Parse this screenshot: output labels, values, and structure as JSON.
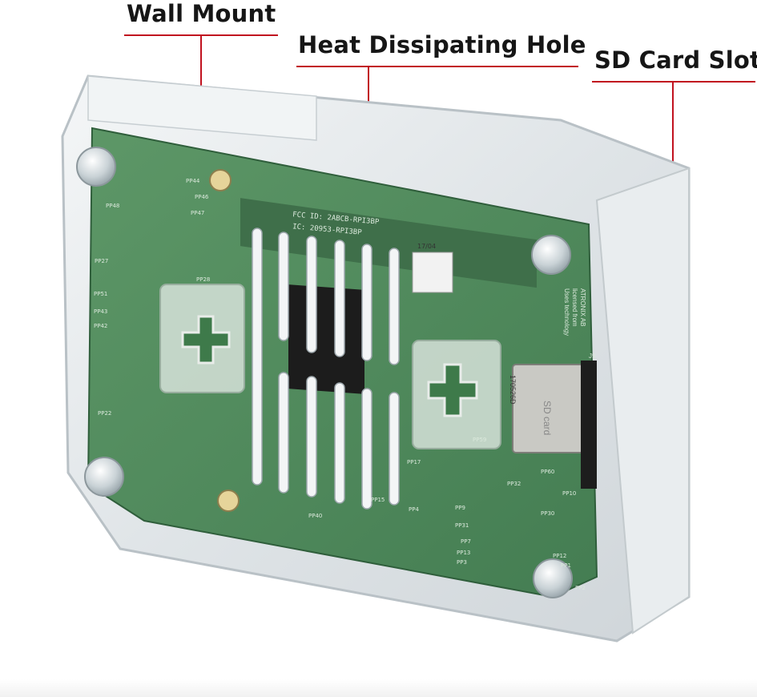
{
  "labels": {
    "wall_mount": "Wall Mount",
    "heat_hole": "Heat Dissipating Hole",
    "sd_slot": "SD Card Slot"
  },
  "board_text": {
    "fcc": "FCC ID: 2ABCB-RPI3BP",
    "ic": "IC: 20953-RPI3BP",
    "code": "17/04",
    "sd": "SD card",
    "chip": "170526D",
    "j9": "J9",
    "uses1": "Uses technology",
    "uses2": "licensed from",
    "uses3": "ATRONIX AB",
    "pads": [
      "PP44",
      "PP46",
      "PP47",
      "PP48",
      "PP27",
      "PP28",
      "PP51",
      "PP43",
      "PP42",
      "PP22",
      "PP17",
      "PP59",
      "PP4",
      "PP9",
      "PP31",
      "PP7",
      "PP13",
      "PP3",
      "PP40",
      "PP15",
      "PP60",
      "PP32",
      "PP10",
      "PP30",
      "PP2",
      "PP12",
      "PP1"
    ]
  },
  "colors": {
    "accent": "#c1121f",
    "board": "#4f8a5c",
    "case": "#e4e9ec",
    "heatsink": "#1c1c1c"
  }
}
